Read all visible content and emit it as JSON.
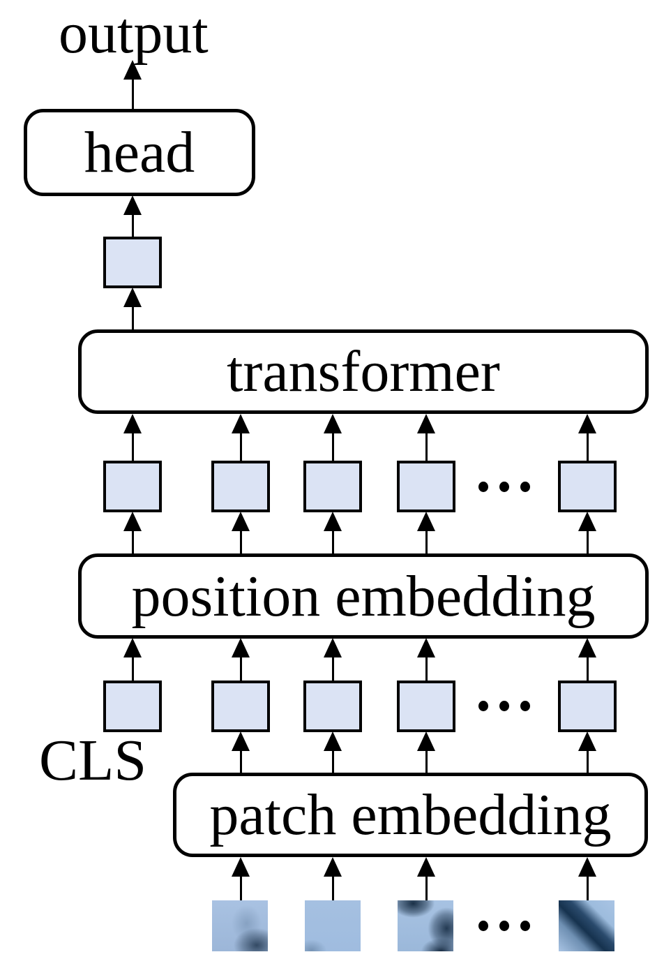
{
  "diagram": {
    "output_label": "output",
    "cls_label": "CLS",
    "boxes": {
      "head": {
        "label": "head"
      },
      "transformer": {
        "label": "transformer"
      },
      "position_embedding": {
        "label": "position embedding"
      },
      "patch_embedding": {
        "label": "patch embedding"
      }
    },
    "tokens": {
      "transformer_input_count": 5,
      "position_embedding_input_count": 5,
      "cls_token_present": true,
      "image_patch_count": 4
    },
    "icons": {
      "ellipsis": "...",
      "arrow": "↑"
    },
    "colors": {
      "token_fill": "#dbe3f4",
      "outline": "#000000",
      "box_fill": "#ffffff",
      "patch_sky_blue": "#a6c1e1",
      "patch_dark_blue": "#1f3c5a"
    }
  }
}
